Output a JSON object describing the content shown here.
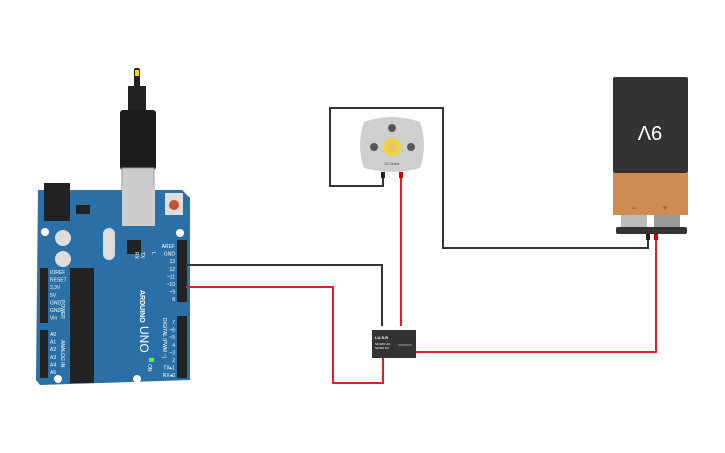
{
  "arduino": {
    "brand": "ARDUINO",
    "model": "UNO",
    "digital_label": "DIGITAL (PWM ~)",
    "power_label": "POWER",
    "analog_label": "ANALOG IN",
    "led_labels": [
      "RX",
      "TX",
      "L"
    ],
    "on_label": "ON",
    "digital_pins": [
      "AREF",
      "GND",
      "13",
      "12",
      "~11",
      "~10",
      "~9",
      "8",
      "7",
      "~6",
      "~5",
      "4",
      "~3",
      "2",
      "TX▸1",
      "RX◂0"
    ],
    "power_pins": [
      "IOREF",
      "RESET",
      "3.3V",
      "5V",
      "GND",
      "GND",
      "Vin"
    ],
    "analog_pins": [
      "A0",
      "A1",
      "A2",
      "A3",
      "A4",
      "A5"
    ]
  },
  "motor": {
    "label": "DC Motor"
  },
  "relay": {
    "label": "LU-5-R",
    "line1": "5A/125V AC",
    "line2": "5A/30V DC"
  },
  "battery": {
    "label": "9V",
    "neg": "−",
    "pos": "+"
  },
  "colors": {
    "board": "#2a6fa5",
    "wire_black": "#333333",
    "wire_red": "#e02020",
    "battery_body": "#333333",
    "battery_cap": "#d08c50"
  }
}
